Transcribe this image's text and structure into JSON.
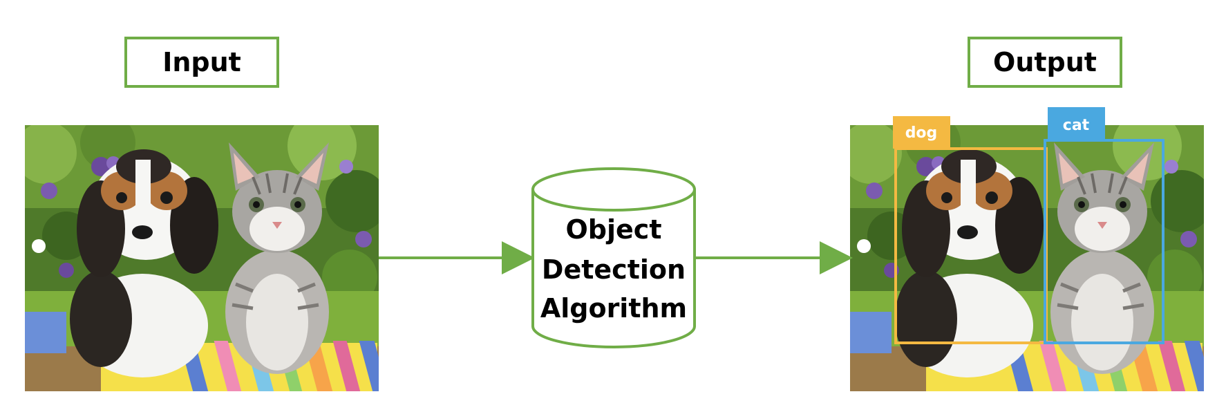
{
  "input_label": "Input",
  "output_label": "Output",
  "algorithm": {
    "line1": "Object",
    "line2": "Detection",
    "line3": "Algorithm"
  },
  "detections": [
    {
      "label": "dog",
      "color": "#f4b942"
    },
    {
      "label": "cat",
      "color": "#4aa8e0"
    }
  ],
  "colors": {
    "accent_green": "#70ad47"
  }
}
